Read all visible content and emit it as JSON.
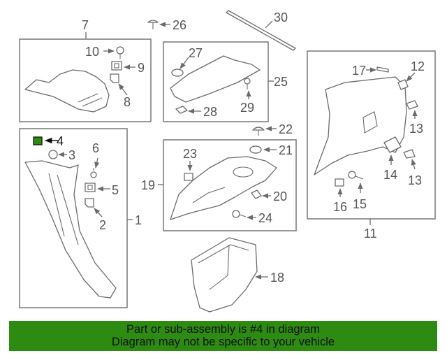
{
  "labels": {
    "p1": "1",
    "p2": "2",
    "p3": "3",
    "p4": "4",
    "p5": "5",
    "p6": "6",
    "p7": "7",
    "p8": "8",
    "p9": "9",
    "p10": "10",
    "p11": "11",
    "p12": "12",
    "p13a": "13",
    "p13b": "13",
    "p14": "14",
    "p15": "15",
    "p16": "16",
    "p17": "17",
    "p18": "18",
    "p19": "19",
    "p20": "20",
    "p21": "21",
    "p22": "22",
    "p23": "23",
    "p24": "24",
    "p25": "25",
    "p26": "26",
    "p27": "27",
    "p28": "28",
    "p29": "29",
    "p30": "30"
  },
  "highlight": {
    "part": "4",
    "color": "#2e8b12"
  },
  "banner": {
    "line1": "Part or sub-assembly is #4 in diagram",
    "line2": "Diagram may not be specific to your vehicle",
    "color": "#2e8b12"
  }
}
